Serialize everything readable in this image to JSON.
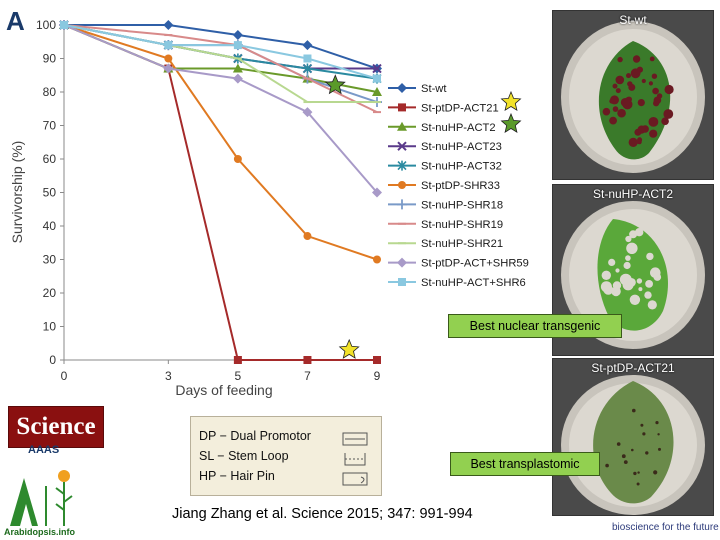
{
  "panel_letter": "A",
  "chart_data": {
    "type": "line",
    "xlabel": "Days of feeding",
    "ylabel": "Survivorship  (%)",
    "x": [
      0,
      3,
      5,
      7,
      9
    ],
    "xticks": [
      "0",
      "3",
      "5",
      "7",
      "9"
    ],
    "ylim": [
      0,
      100
    ],
    "yticks": [
      0,
      10,
      20,
      30,
      40,
      50,
      60,
      70,
      80,
      90,
      100
    ],
    "legend_position": "right",
    "grid": false,
    "series": [
      {
        "name": "St-wt",
        "color": "#2f5fa7",
        "marker": "diamond",
        "values": [
          100,
          100,
          97,
          94,
          87
        ]
      },
      {
        "name": "St-ptDP-ACT21",
        "color": "#a52a2a",
        "marker": "square",
        "values": [
          100,
          87,
          0,
          0,
          0
        ]
      },
      {
        "name": "St-nuHP-ACT2",
        "color": "#6a9a2a",
        "marker": "triangle",
        "values": [
          100,
          87,
          87,
          84,
          80
        ]
      },
      {
        "name": "St-nuHP-ACT23",
        "color": "#5a3a8a",
        "marker": "x",
        "values": [
          100,
          94,
          90,
          87,
          87
        ]
      },
      {
        "name": "St-nuHP-ACT32",
        "color": "#2a8aa0",
        "marker": "asterisk",
        "values": [
          100,
          94,
          90,
          87,
          84
        ]
      },
      {
        "name": "St-ptDP-SHR33",
        "color": "#e07a22",
        "marker": "circle",
        "values": [
          100,
          90,
          60,
          37,
          30
        ]
      },
      {
        "name": "St-nuHP-SHR18",
        "color": "#7a9ac8",
        "marker": "plus",
        "values": [
          100,
          94,
          94,
          84,
          77
        ]
      },
      {
        "name": "St-nuHP-SHR19",
        "color": "#d88a8a",
        "marker": "dash",
        "values": [
          100,
          97,
          94,
          84,
          74
        ]
      },
      {
        "name": "St-nuHP-SHR21",
        "color": "#b8d890",
        "marker": "dash",
        "values": [
          100,
          94,
          90,
          77,
          77
        ]
      },
      {
        "name": "St-ptDP-ACT+SHR59",
        "color": "#a89ac8",
        "marker": "diamond",
        "values": [
          100,
          87,
          84,
          74,
          50
        ]
      },
      {
        "name": "St-nuHP-ACT+SHR6",
        "color": "#8ac8e0",
        "marker": "square",
        "values": [
          100,
          94,
          94,
          90,
          84
        ]
      }
    ],
    "star_annotations": [
      {
        "x": 7.8,
        "y": 82,
        "color": "#5a9a2a"
      },
      {
        "x": 8.2,
        "y": 3,
        "color": "#f2e22a"
      }
    ]
  },
  "photos": [
    {
      "label": "St-wt",
      "leaf_color": "#3a7a2a",
      "damage": "heavy"
    },
    {
      "label": "St-nuHP-ACT2",
      "leaf_color": "#5aa83a",
      "damage": "moderate"
    },
    {
      "label": "St-ptDP-ACT21",
      "leaf_color": "#6a8a4a",
      "damage": "light"
    }
  ],
  "legend_stars": [
    {
      "color": "#f2e22a"
    },
    {
      "color": "#5a9a2a"
    }
  ],
  "best_nuclear": "Best nuclear transgenic",
  "best_transplastomic": "Best transplastomic",
  "abbreviations": [
    "DP − Dual Promotor",
    "SL − Stem Loop",
    "HP − Hair Pin"
  ],
  "citation": "Jiang Zhang et al. Science 2015; 347: 991-994",
  "logos": {
    "science": "Science",
    "aaas": "AAAS",
    "arabidopsis": "Arabidopsis.info",
    "bioscience": "bioscience for the future"
  },
  "colors": {
    "axis": "#8a8a8a",
    "label_box_green": "#92d050",
    "key_box_bg": "#f3eedc"
  }
}
